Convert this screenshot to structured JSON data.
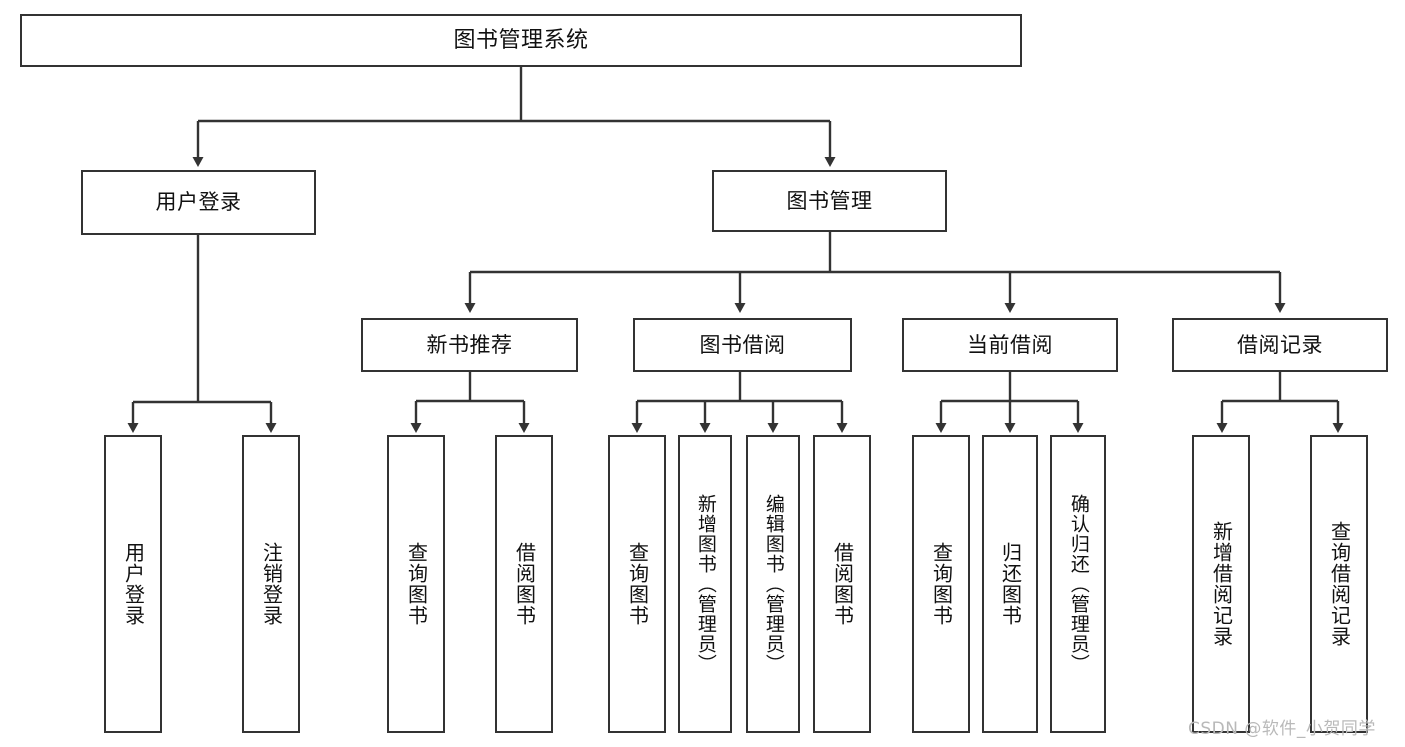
{
  "diagram": {
    "title": "图书管理系统",
    "type": "tree",
    "background_color": "#ffffff",
    "line_color": "#333333",
    "box_border_color": "#333333",
    "box_fill_color": "#ffffff",
    "text_color": "#111111"
  },
  "nodes": {
    "root": {
      "label": "图书管理系统"
    },
    "tier1": [
      {
        "label": "用户登录"
      },
      {
        "label": "图书管理"
      }
    ],
    "tier2": [
      {
        "label": "新书推荐"
      },
      {
        "label": "图书借阅"
      },
      {
        "label": "当前借阅"
      },
      {
        "label": "借阅记录"
      }
    ],
    "leaves": {
      "user_login": [
        {
          "label": "用户登录"
        },
        {
          "label": "注销登录"
        }
      ],
      "new_book_recommend": [
        {
          "label": "查询图书"
        },
        {
          "label": "借阅图书"
        }
      ],
      "book_borrow": [
        {
          "label": "查询图书"
        },
        {
          "label": "新增图书（管理员）"
        },
        {
          "label": "编辑图书（管理员）"
        },
        {
          "label": "借阅图书"
        }
      ],
      "current_borrow": [
        {
          "label": "查询图书"
        },
        {
          "label": "归还图书"
        },
        {
          "label": "确认归还（管理员）"
        }
      ],
      "borrow_record": [
        {
          "label": "新增借阅记录"
        },
        {
          "label": "查询借阅记录"
        }
      ]
    }
  },
  "watermark": {
    "text": "CSDN @软件_小贺同学",
    "color": "#b9b9b9"
  }
}
